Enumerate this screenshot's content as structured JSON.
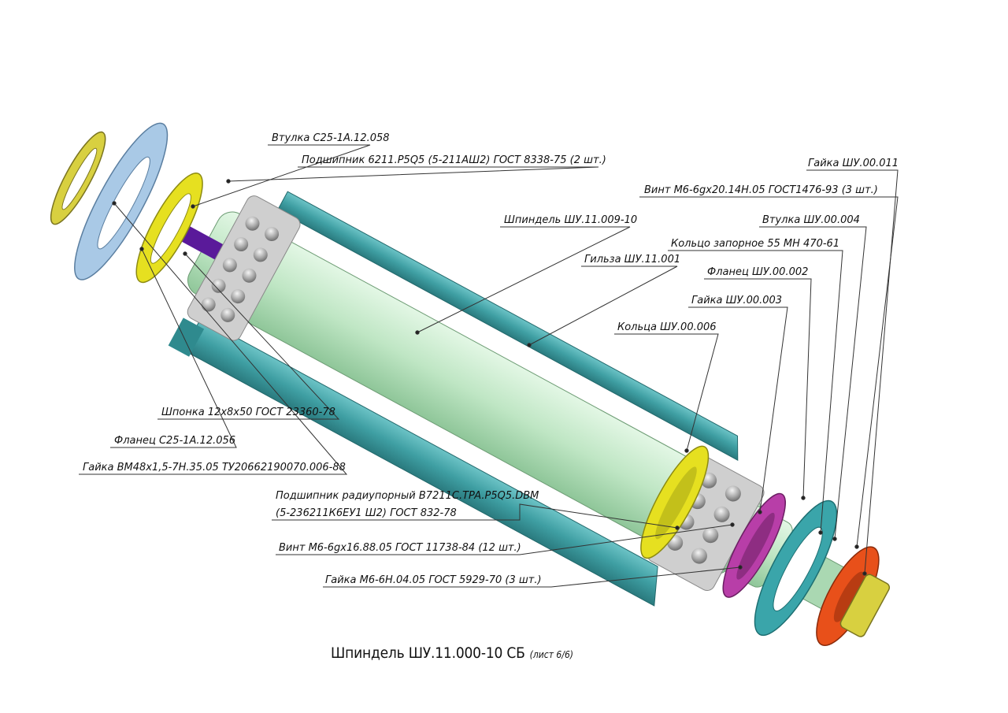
{
  "title": {
    "main": "Шпиндель ШУ.11.000-10 СБ",
    "sheet": "(лист 6/6)"
  },
  "callouts": [
    "Втулка С25-1А.12.058",
    "Подшипник 6211.P5Q5 (5-211АШ2) ГОСТ 8338-75 (2 шт.)",
    "Шпиндель ШУ.11.009-10",
    "Гильза ШУ.11.001",
    "Шпонка 12х8х50 ГОСТ 23360-78",
    "Фланец С25-1А.12.056",
    "Гайка ВМ48х1,5-7Н.35.05 ТУ20662190070.006-88",
    "Гайка ШУ.00.011",
    "Винт М6-6gх20.14Н.05 ГОСТ1476-93 (3 шт.)",
    "Втулка ШУ.00.004",
    "Кольцо запорное 55 МН 470-61",
    "Фланец ШУ.00.002",
    "Гайка ШУ.00.003",
    "Кольца ШУ.00.006",
    "Подшипник радиупорный В7211С.TPA.P5Q5.DBM",
    "(5-236211К6ЕУ1 Ш2) ГОСТ 832-78",
    "Винт М6-6gх16.88.05 ГОСТ 11738-84 (12 шт.)",
    "Гайка М6-6Н.04.05 ГОСТ 5929-70 (3 шт.)"
  ],
  "colors": {
    "housing": "#3f9fa3",
    "shaft": "#bfe6c4",
    "ring_yellow": "#e6e020",
    "flange_blue": "#a9c9e6",
    "ring_magenta": "#b83ea8",
    "flange_teal": "#3aa5aa",
    "flange_orange": "#e8501a",
    "nut_khaki": "#d8d040",
    "key_purple": "#5a1a9a",
    "bearing_grey": "#c9c9c9"
  }
}
